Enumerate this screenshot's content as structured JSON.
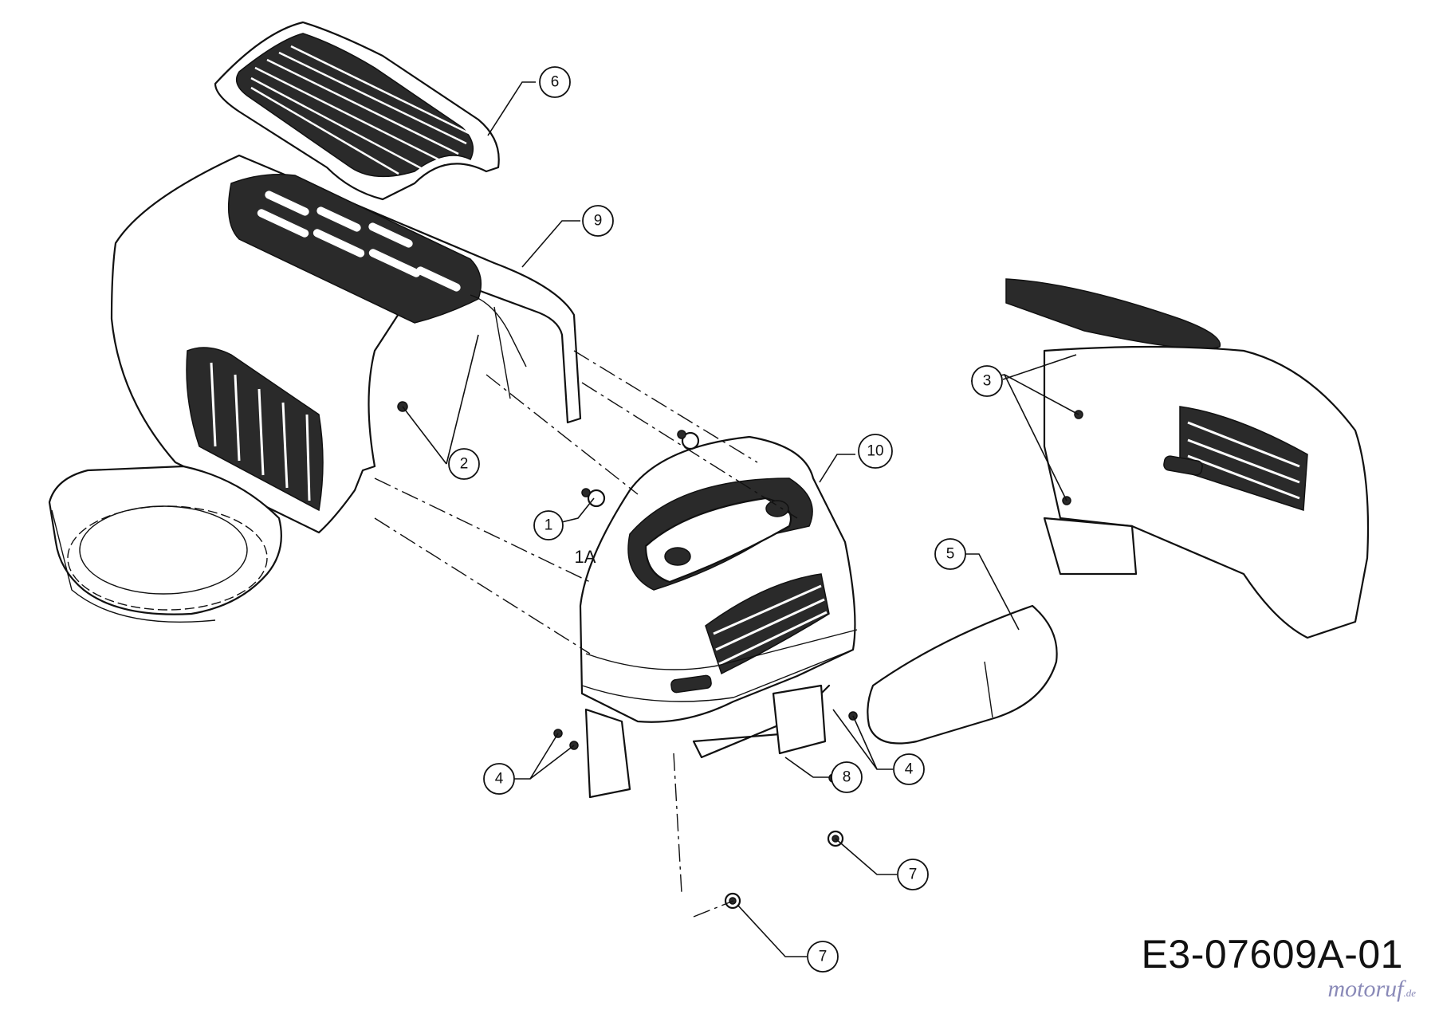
{
  "callouts": {
    "c1": "1",
    "c1a": "1A",
    "c2": "2",
    "c3": "3",
    "c4_left": "4",
    "c4_right": "4",
    "c5": "5",
    "c6": "6",
    "c7_upper": "7",
    "c7_lower": "7",
    "c8": "8",
    "c9": "9",
    "c10": "10"
  },
  "drawing_number": "E3-07609A-01",
  "watermark": {
    "brand": "motoruf",
    "suffix": ".de"
  }
}
